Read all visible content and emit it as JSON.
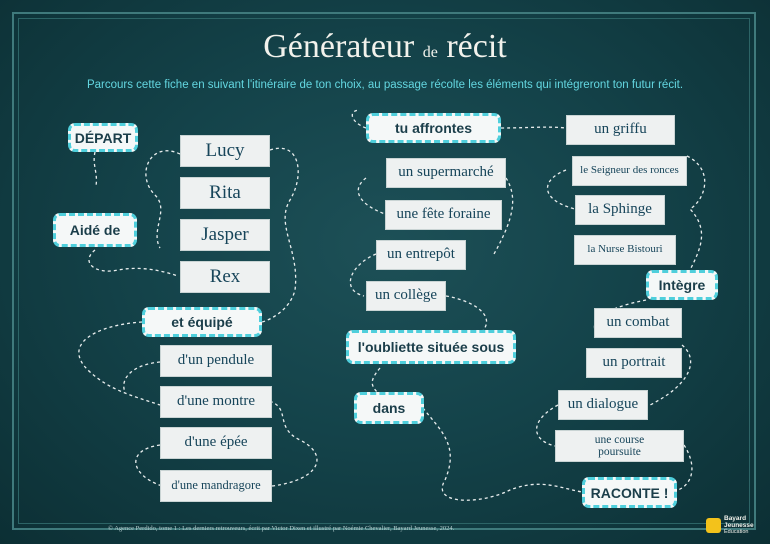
{
  "title": {
    "main": "Générateur",
    "small": "de",
    "end": "récit"
  },
  "subtitle": "Parcours cette fiche en suivant l'itinéraire de ton choix, au passage récolte les éléments qui intégreront ton futur récit.",
  "labels": {
    "depart": "DÉPART",
    "aide": "Aidé de",
    "equipe": "et équipé",
    "affrontes": "tu affrontes",
    "oubliette": "l'oubliette située sous",
    "dans": "dans",
    "integre": "Intègre",
    "raconte": "RACONTE !"
  },
  "allies": [
    "Lucy",
    "Rita",
    "Jasper",
    "Rex"
  ],
  "objects": [
    "d'un pendule",
    "d'une montre",
    "d'une épée",
    "d'une mandragore"
  ],
  "places": [
    "un supermarché",
    "une fête foraine",
    "un entrepôt",
    "un collège"
  ],
  "enemies": [
    "un griffu",
    "le Seigneur des ronces",
    "la Sphinge",
    "la Nurse Bistouri"
  ],
  "scenes": [
    "un combat",
    "un portrait",
    "un dialogue",
    "une course poursuite"
  ],
  "footer": "© Agence Perdido, tome 1 : Les derniers retrouveurs, écrit par Victor Dixen et illustré par Noémie Chevalier, Bayard Jeunesse, 2024.",
  "logo": {
    "line1": "Bayard",
    "line2": "Jeunesse",
    "line3": "Éducation"
  }
}
